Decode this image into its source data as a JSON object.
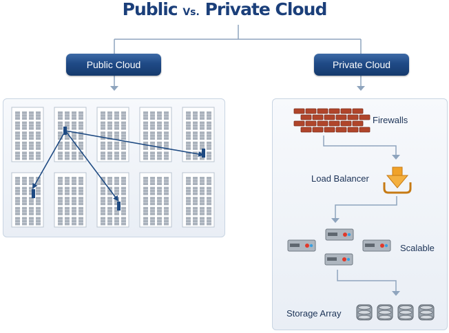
{
  "title": {
    "part1": "Public",
    "vs": "Vs.",
    "part2": "Private Cloud"
  },
  "public_cloud": {
    "label": "Public Cloud"
  },
  "private_cloud": {
    "label": "Private Cloud",
    "firewalls_label": "Firewalls",
    "load_balancer_label": "Load Balancer",
    "scalable_label": "Scalable",
    "storage_array_label": "Storage Array"
  },
  "colors": {
    "title": "#1b3f7a",
    "pill": "#1f4a86",
    "connector": "#8ea4bd",
    "arrow": "#1e4a82",
    "brick": "#b0452b",
    "load_balancer": "#f0a22a",
    "led_red": "#e0392b",
    "led_blue": "#3aa0e0"
  }
}
